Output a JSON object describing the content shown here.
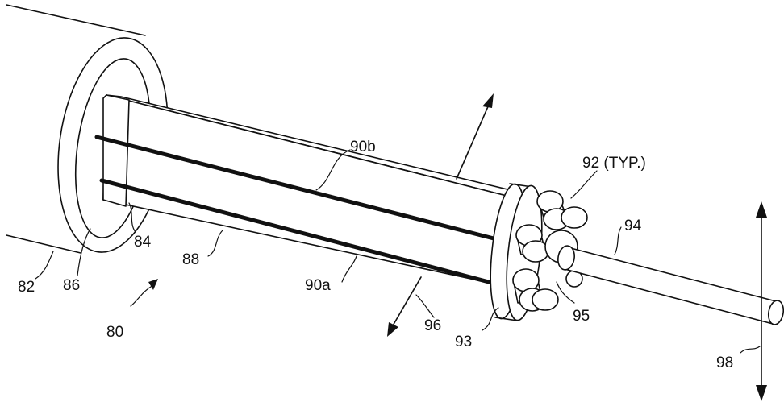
{
  "labels": {
    "l80": "80",
    "l82": "82",
    "l84": "84",
    "l86": "86",
    "l88": "88",
    "l90a": "90a",
    "l90b": "90b",
    "l92": "92 (TYP.)",
    "l93": "93",
    "l94": "94",
    "l95": "95",
    "l96": "96",
    "l98": "98"
  }
}
